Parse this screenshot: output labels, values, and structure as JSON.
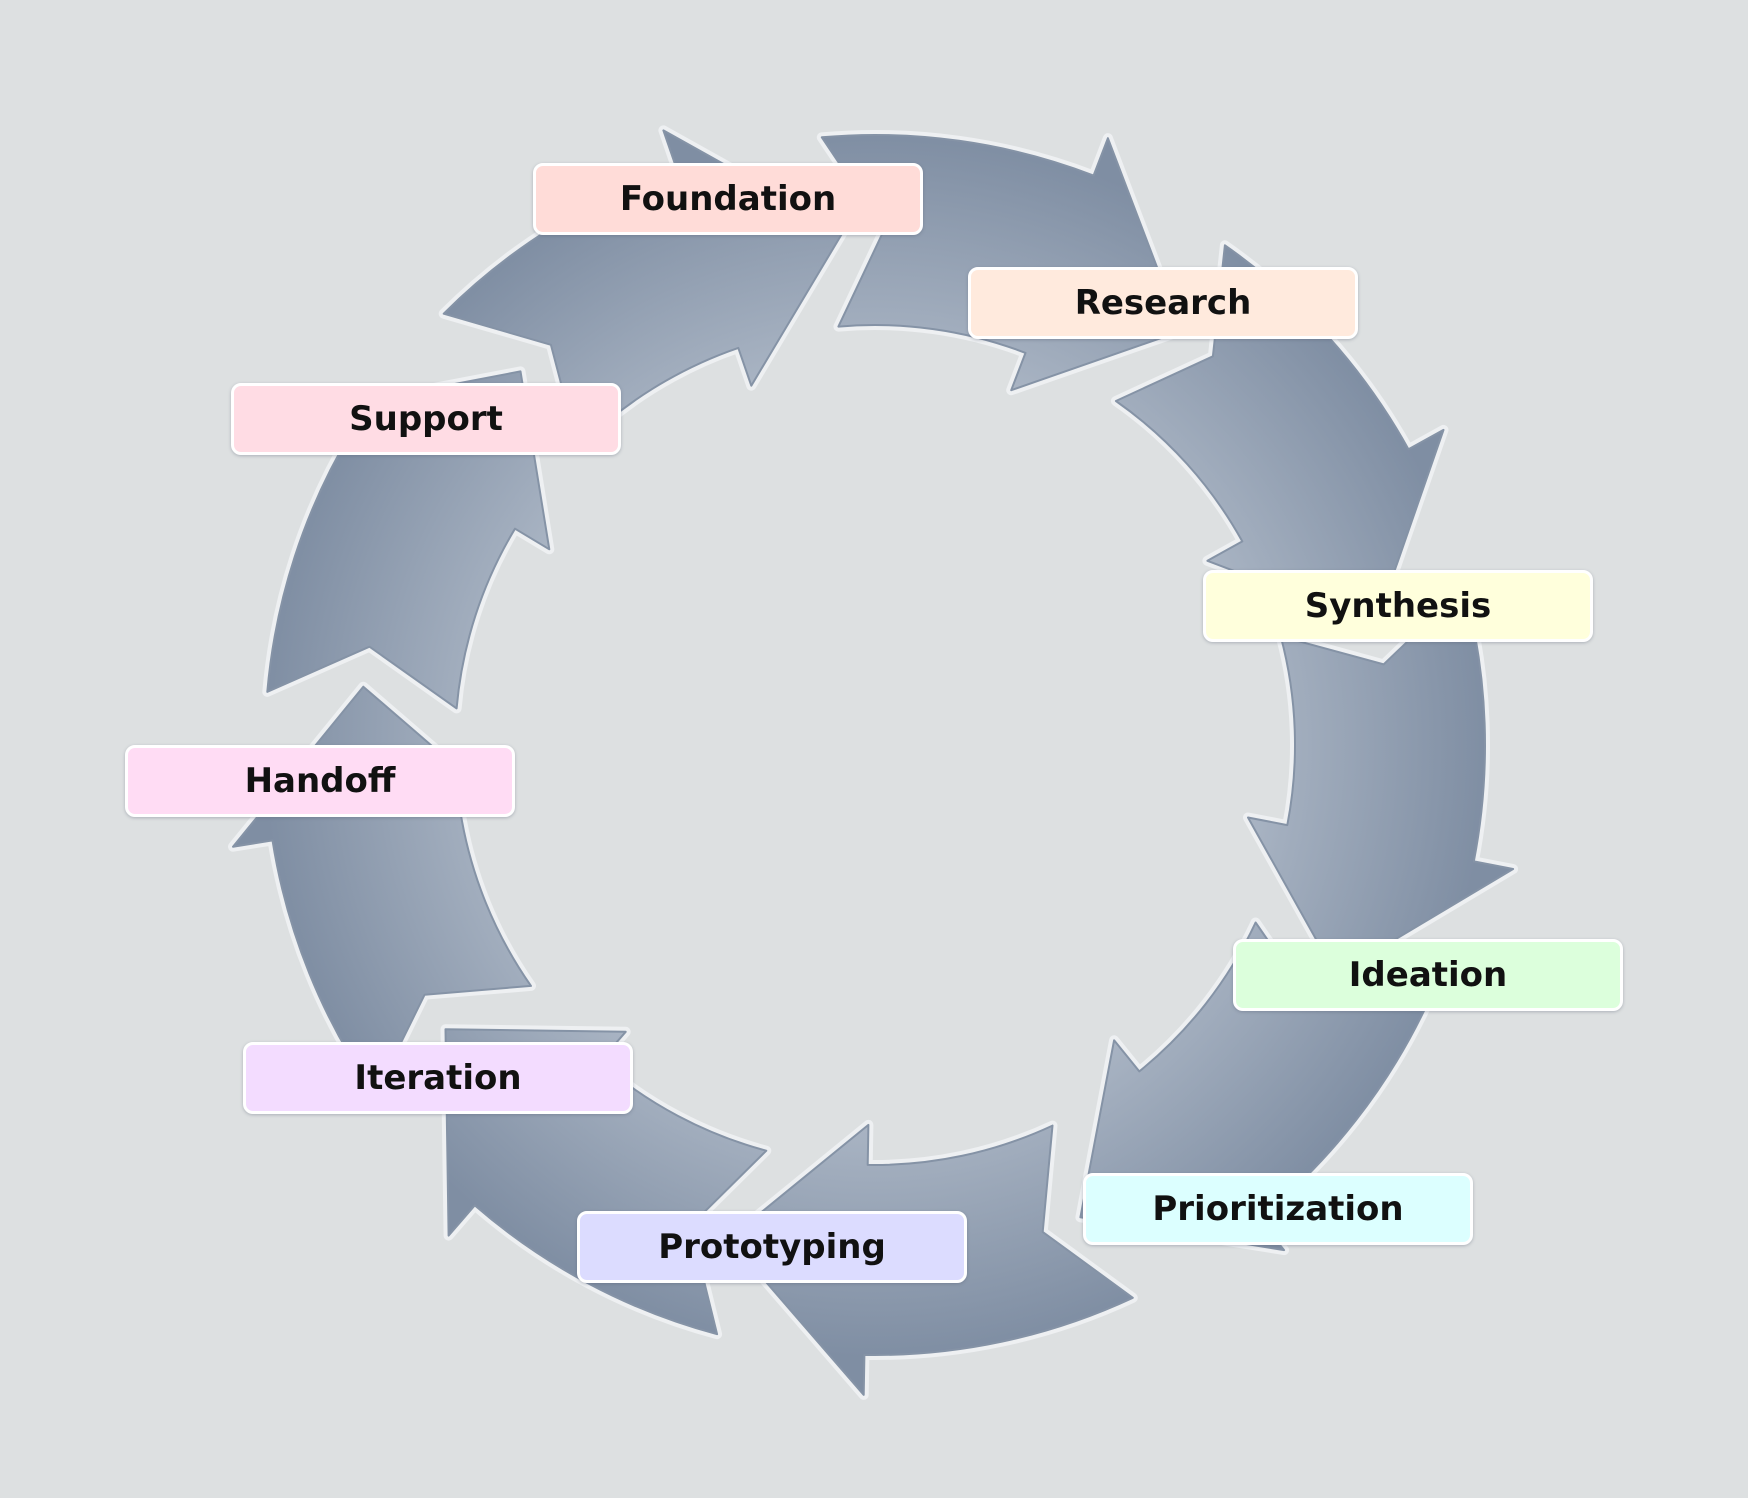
{
  "diagram": {
    "background": "#dde0e1",
    "arrow_color_light": "#aab5c4",
    "arrow_color_dark": "#7f8ea3",
    "stages": [
      {
        "label": "Foundation",
        "color": "#ffdcd8"
      },
      {
        "label": "Research",
        "color": "#ffeadd"
      },
      {
        "label": "Synthesis",
        "color": "#ffffdc"
      },
      {
        "label": "Ideation",
        "color": "#dcffdc"
      },
      {
        "label": "Prioritization",
        "color": "#dcffff"
      },
      {
        "label": "Prototyping",
        "color": "#dcdcff"
      },
      {
        "label": "Iteration",
        "color": "#f3dcff"
      },
      {
        "label": "Handoff",
        "color": "#ffdcf4"
      },
      {
        "label": "Support",
        "color": "#ffdce4"
      }
    ]
  }
}
